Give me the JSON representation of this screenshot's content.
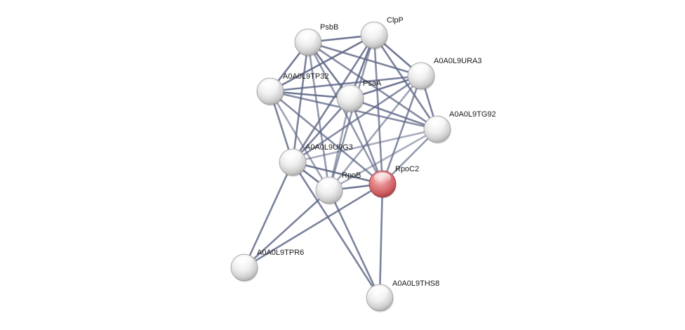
{
  "network": {
    "query_protein": "RpoC2",
    "colors": {
      "edge": "#5c6585",
      "node_default": "#d8d8d8",
      "node_query": "#d05a5f"
    },
    "nodes": [
      {
        "id": "PsbB",
        "label": "PsbB",
        "query": false
      },
      {
        "id": "ClpP",
        "label": "ClpP",
        "query": false
      },
      {
        "id": "A0A0L9URA3",
        "label": "A0A0L9URA3",
        "query": false
      },
      {
        "id": "A0A0L9TP32",
        "label": "A0A0L9TP32",
        "query": false
      },
      {
        "id": "PsaA",
        "label": "PsaA",
        "query": false
      },
      {
        "id": "A0A0L9TG92",
        "label": "A0A0L9TG92",
        "query": false
      },
      {
        "id": "A0A0L9U9G3",
        "label": "A0A0L9U9G3",
        "query": false
      },
      {
        "id": "RpoB",
        "label": "RpoB",
        "query": false
      },
      {
        "id": "RpoC2",
        "label": "RpoC2",
        "query": true
      },
      {
        "id": "A0A0L9TPR6",
        "label": "A0A0L9TPR6",
        "query": false
      },
      {
        "id": "A0A0L9THS8",
        "label": "A0A0L9THS8",
        "query": false
      }
    ],
    "edges": [
      {
        "source": "PsbB",
        "target": "ClpP",
        "strength": 0.9
      },
      {
        "source": "PsbB",
        "target": "A0A0L9URA3",
        "strength": 0.8
      },
      {
        "source": "PsbB",
        "target": "A0A0L9TP32",
        "strength": 0.9
      },
      {
        "source": "PsbB",
        "target": "PsaA",
        "strength": 0.9
      },
      {
        "source": "PsbB",
        "target": "A0A0L9TG92",
        "strength": 0.7
      },
      {
        "source": "PsbB",
        "target": "A0A0L9U9G3",
        "strength": 0.8
      },
      {
        "source": "PsbB",
        "target": "RpoB",
        "strength": 0.6
      },
      {
        "source": "PsbB",
        "target": "RpoC2",
        "strength": 0.6
      },
      {
        "source": "ClpP",
        "target": "A0A0L9URA3",
        "strength": 0.9
      },
      {
        "source": "ClpP",
        "target": "A0A0L9TP32",
        "strength": 0.9
      },
      {
        "source": "ClpP",
        "target": "PsaA",
        "strength": 0.9
      },
      {
        "source": "ClpP",
        "target": "A0A0L9TG92",
        "strength": 0.8
      },
      {
        "source": "ClpP",
        "target": "A0A0L9U9G3",
        "strength": 0.8
      },
      {
        "source": "ClpP",
        "target": "RpoB",
        "strength": 0.6
      },
      {
        "source": "ClpP",
        "target": "RpoC2",
        "strength": 0.7
      },
      {
        "source": "A0A0L9URA3",
        "target": "A0A0L9TP32",
        "strength": 0.8
      },
      {
        "source": "A0A0L9URA3",
        "target": "PsaA",
        "strength": 0.9
      },
      {
        "source": "A0A0L9URA3",
        "target": "A0A0L9TG92",
        "strength": 0.8
      },
      {
        "source": "A0A0L9URA3",
        "target": "A0A0L9U9G3",
        "strength": 0.7
      },
      {
        "source": "A0A0L9URA3",
        "target": "RpoB",
        "strength": 0.5
      },
      {
        "source": "A0A0L9URA3",
        "target": "RpoC2",
        "strength": 0.7
      },
      {
        "source": "A0A0L9TP32",
        "target": "PsaA",
        "strength": 0.9
      },
      {
        "source": "A0A0L9TP32",
        "target": "A0A0L9TG92",
        "strength": 0.7
      },
      {
        "source": "A0A0L9TP32",
        "target": "A0A0L9U9G3",
        "strength": 0.8
      },
      {
        "source": "A0A0L9TP32",
        "target": "RpoB",
        "strength": 0.5
      },
      {
        "source": "A0A0L9TP32",
        "target": "RpoC2",
        "strength": 0.7
      },
      {
        "source": "PsaA",
        "target": "A0A0L9TG92",
        "strength": 0.8
      },
      {
        "source": "PsaA",
        "target": "A0A0L9U9G3",
        "strength": 0.8
      },
      {
        "source": "PsaA",
        "target": "RpoB",
        "strength": 0.5
      },
      {
        "source": "PsaA",
        "target": "RpoC2",
        "strength": 0.7
      },
      {
        "source": "A0A0L9TG92",
        "target": "A0A0L9U9G3",
        "strength": 0.4
      },
      {
        "source": "A0A0L9TG92",
        "target": "RpoB",
        "strength": 0.4
      },
      {
        "source": "A0A0L9TG92",
        "target": "RpoC2",
        "strength": 0.6
      },
      {
        "source": "A0A0L9U9G3",
        "target": "RpoB",
        "strength": 0.9
      },
      {
        "source": "A0A0L9U9G3",
        "target": "RpoC2",
        "strength": 0.9
      },
      {
        "source": "A0A0L9U9G3",
        "target": "A0A0L9TPR6",
        "strength": 0.8
      },
      {
        "source": "A0A0L9U9G3",
        "target": "A0A0L9THS8",
        "strength": 0.8
      },
      {
        "source": "RpoB",
        "target": "RpoC2",
        "strength": 0.9
      },
      {
        "source": "RpoB",
        "target": "A0A0L9TPR6",
        "strength": 0.8
      },
      {
        "source": "RpoB",
        "target": "A0A0L9THS8",
        "strength": 0.8
      },
      {
        "source": "RpoC2",
        "target": "A0A0L9TPR6",
        "strength": 0.8
      },
      {
        "source": "RpoC2",
        "target": "A0A0L9THS8",
        "strength": 0.8
      }
    ]
  }
}
